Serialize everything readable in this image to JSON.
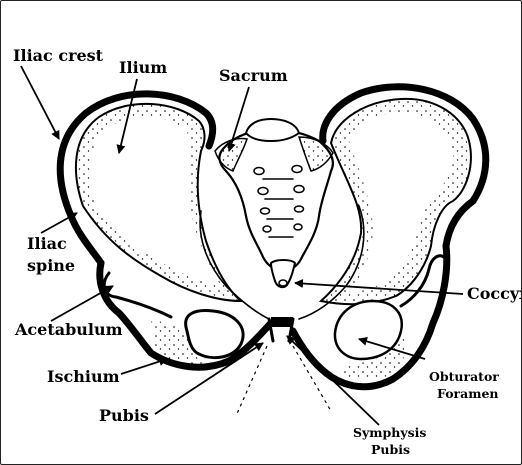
{
  "labels": {
    "iliac_crest": "Iliac crest",
    "ilium": "Ilium",
    "sacrum": "Sacrum",
    "iliac_spine_1": "Iliac",
    "iliac_spine_2": "spine",
    "coccyx": "Coccyx",
    "acetabulum": "Acetabulum",
    "ischium": "Ischium",
    "obturator_1": "Obturator",
    "obturator_2": "Foramen",
    "pubis": "Pubis",
    "symphysis_1": "Symphysis",
    "symphysis_2": "Pubis"
  }
}
